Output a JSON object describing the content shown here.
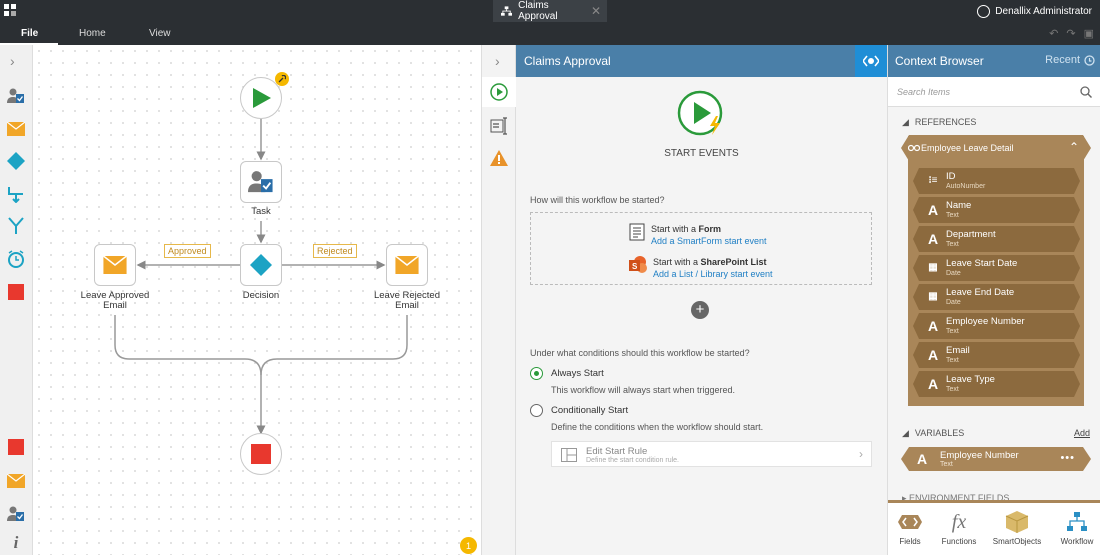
{
  "topbar": {
    "document_tab": "Claims Approval",
    "user_name": "Denallix Administrator"
  },
  "menu": {
    "file": "File",
    "home": "Home",
    "view": "View"
  },
  "canvas": {
    "nodes": {
      "task": "Task",
      "decision": "Decision",
      "leave_approved": "Leave Approved\nEmail",
      "leave_rejected": "Leave Rejected\nEmail"
    },
    "branches": {
      "approved": "Approved",
      "rejected": "Rejected"
    },
    "notification_count": "1"
  },
  "start_panel": {
    "header": "Claims Approval",
    "hero_title": "START EVENTS",
    "question_how": "How will this workflow be started?",
    "form_option": {
      "prefix": "Start with a ",
      "bold": "Form",
      "link": "Add a SmartForm start event"
    },
    "sharepoint_option": {
      "prefix": "Start with a ",
      "bold": "SharePoint List",
      "link": "Add a List / Library start event"
    },
    "question_conditions": "Under what conditions should this workflow be started?",
    "always_start": {
      "label": "Always Start",
      "desc": "This workflow will always start when triggered.",
      "checked": true
    },
    "conditionally_start": {
      "label": "Conditionally Start",
      "desc": "Define the conditions when the workflow should start.",
      "checked": false
    },
    "edit_rule": {
      "label": "Edit Start Rule",
      "desc": "Define the start condition rule."
    }
  },
  "context_browser": {
    "title": "Context Browser",
    "recent": "Recent",
    "search_placeholder": "Search Items",
    "references_label": "REFERENCES",
    "reference_group": "Employee Leave Detail",
    "reference_items": [
      {
        "icon": "id-icon",
        "name": "ID",
        "type": "AutoNumber"
      },
      {
        "icon": "text-icon",
        "name": "Name",
        "type": "Text"
      },
      {
        "icon": "text-icon",
        "name": "Department",
        "type": "Text"
      },
      {
        "icon": "date-icon",
        "name": "Leave Start Date",
        "type": "Date"
      },
      {
        "icon": "date-icon",
        "name": "Leave End Date",
        "type": "Date"
      },
      {
        "icon": "text-icon",
        "name": "Employee Number",
        "type": "Text"
      },
      {
        "icon": "text-icon",
        "name": "Email",
        "type": "Text"
      },
      {
        "icon": "text-icon",
        "name": "Leave Type",
        "type": "Text"
      }
    ],
    "variables_label": "VARIABLES",
    "variables_add": "Add",
    "variable": {
      "name": "Employee Number",
      "type": "Text"
    },
    "environment_label": "ENVIRONMENT FIELDS",
    "tabs": {
      "fields": "Fields",
      "functions": "Functions",
      "smartobjects": "SmartObjects",
      "workflow": "Workflow"
    }
  },
  "colors": {
    "accent_blue": "#4a7fa8",
    "start_green": "#2a9a3a",
    "reference_brown": "#a98659",
    "stop_red": "#e8382e",
    "email_orange": "#f1a628",
    "decision_teal": "#1ca3c4"
  }
}
